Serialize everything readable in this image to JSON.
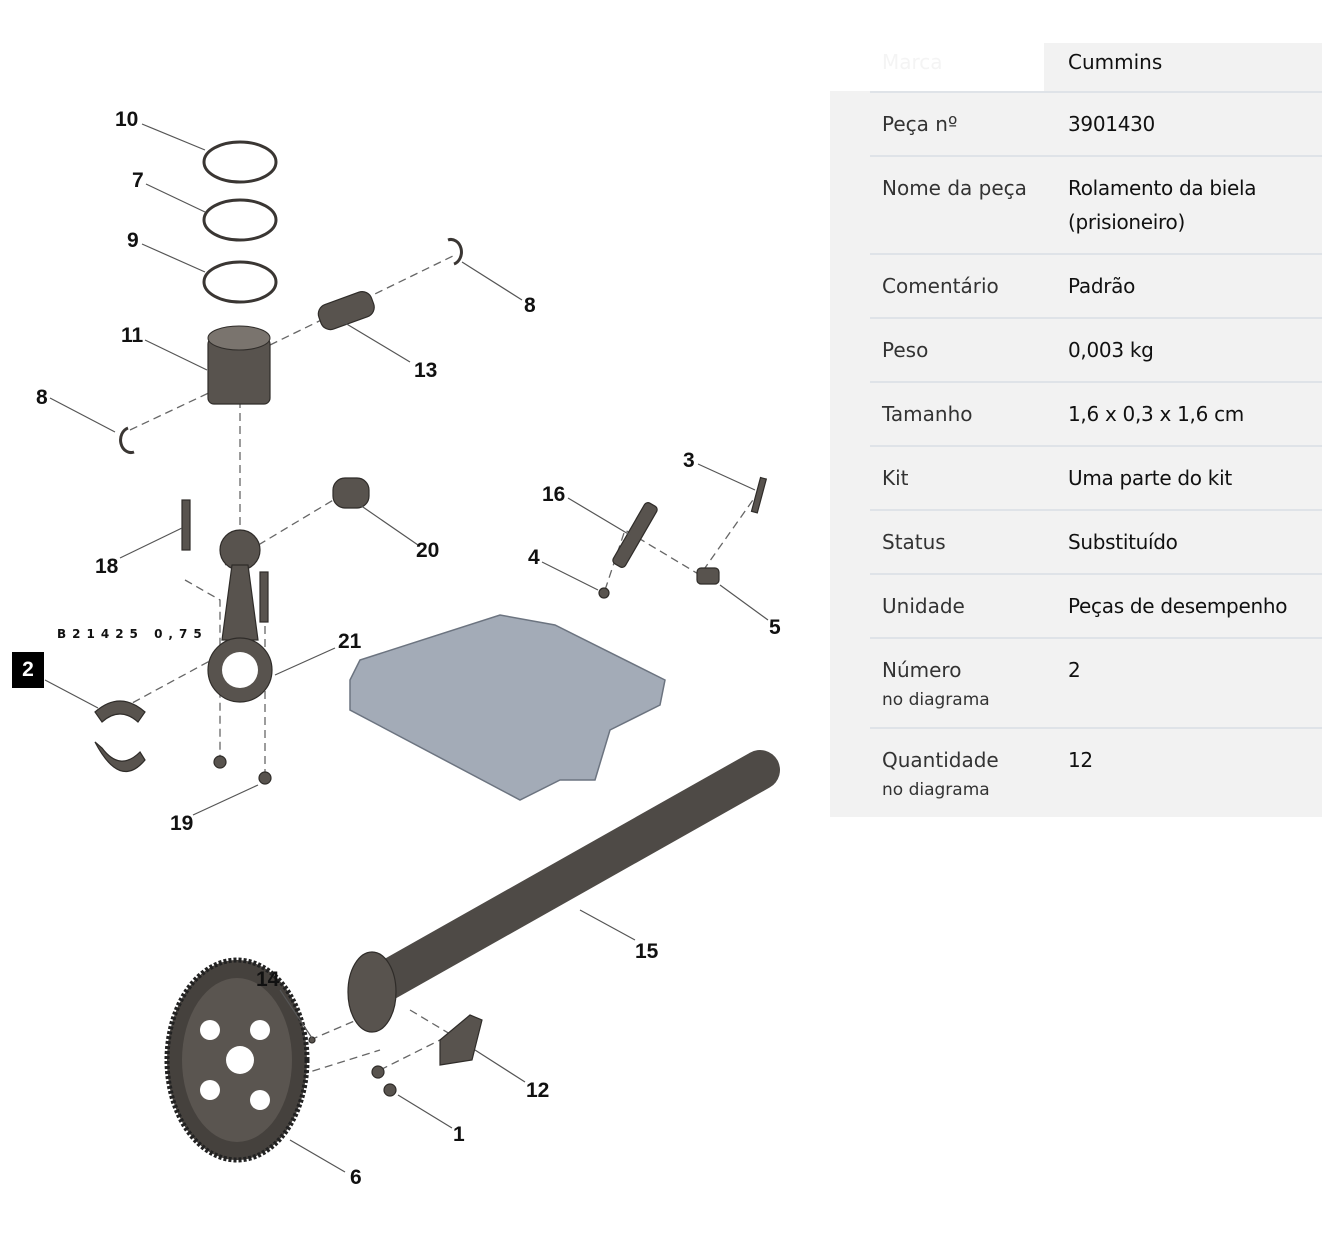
{
  "diagram": {
    "callouts": [
      "10",
      "7",
      "9",
      "8",
      "11",
      "13",
      "8",
      "18",
      "20",
      "21",
      "2",
      "19",
      "16",
      "3",
      "4",
      "5",
      "15",
      "14",
      "12",
      "1",
      "6"
    ],
    "bearing_code": "B21425 0,75",
    "selected_callout": "2"
  },
  "table": {
    "header": {
      "label": "Marca",
      "value": "Cummins"
    },
    "rows": [
      {
        "label": "Peça nº",
        "value": "3901430"
      },
      {
        "label": "Nome da peça",
        "value": "Rolamento da biela (prisioneiro)"
      },
      {
        "label": "Comentário",
        "value": "Padrão"
      },
      {
        "label": "Peso",
        "value": "0,003 kg"
      },
      {
        "label": "Tamanho",
        "value": "1,6 x 0,3 x 1,6 cm"
      },
      {
        "label": "Kit",
        "value": "Uma parte do kit"
      },
      {
        "label": "Status",
        "value": "Substituído"
      },
      {
        "label": "Unidade",
        "value": "Peças de desempenho"
      },
      {
        "label": "Número",
        "sublabel": "no diagrama",
        "value": "2"
      },
      {
        "label": "Quantidade",
        "sublabel": "no diagrama",
        "value": "12"
      }
    ]
  }
}
